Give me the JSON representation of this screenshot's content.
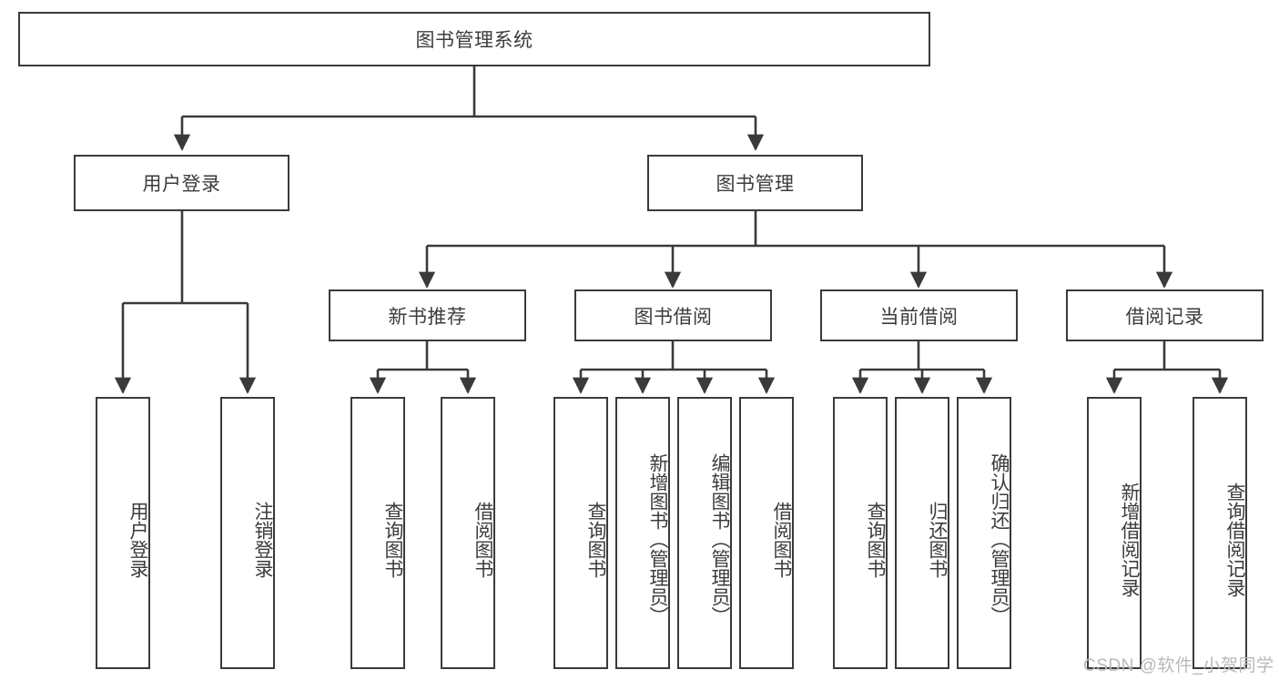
{
  "diagram": {
    "title": "图书管理系统",
    "type": "tree",
    "orientation": "top-down",
    "colors": {
      "box_border": "#3a3a3a",
      "box_fill": "#ffffff",
      "text": "#3c3c3c",
      "edge": "#3a3a3a",
      "watermark": "#b9b9b9",
      "background": "#ffffff"
    },
    "root": {
      "label": "图书管理系统"
    },
    "level2": [
      {
        "label": "用户登录"
      },
      {
        "label": "图书管理"
      }
    ],
    "level3": [
      {
        "label": "新书推荐"
      },
      {
        "label": "图书借阅"
      },
      {
        "label": "当前借阅"
      },
      {
        "label": "借阅记录"
      }
    ],
    "leaves": {
      "user_login": [
        {
          "label": "用户登录"
        },
        {
          "label": "注销登录"
        }
      ],
      "new_book_recommend": [
        {
          "label": "查询图书"
        },
        {
          "label": "借阅图书"
        }
      ],
      "book_borrow": [
        {
          "label": "查询图书"
        },
        {
          "label": "新增图书（管理员）"
        },
        {
          "label": "编辑图书（管理员）"
        },
        {
          "label": "借阅图书"
        }
      ],
      "current_borrow": [
        {
          "label": "查询图书"
        },
        {
          "label": "归还图书"
        },
        {
          "label": "确认归还（管理员）"
        }
      ],
      "borrow_record": [
        {
          "label": "新增借阅记录"
        },
        {
          "label": "查询借阅记录"
        }
      ]
    }
  },
  "watermark": {
    "text": "CSDN @软件_小贺同学"
  }
}
